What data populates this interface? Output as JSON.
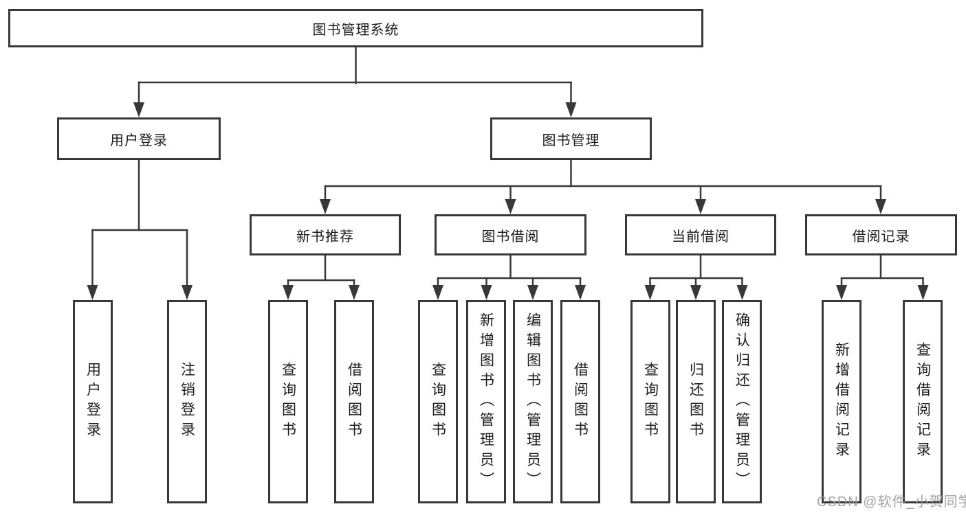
{
  "diagram": {
    "root": {
      "label": "图书管理系统"
    },
    "branches": [
      {
        "label": "用户登录",
        "children": [
          {
            "label": "用户登录"
          },
          {
            "label": "注销登录"
          }
        ]
      },
      {
        "label": "图书管理",
        "children": [
          {
            "label": "新书推荐",
            "children": [
              {
                "label": "查询图书"
              },
              {
                "label": "借阅图书"
              }
            ]
          },
          {
            "label": "图书借阅",
            "children": [
              {
                "label": "查询图书"
              },
              {
                "label": "新增图书（管理员）"
              },
              {
                "label": "编辑图书（管理员）"
              },
              {
                "label": "借阅图书"
              }
            ]
          },
          {
            "label": "当前借阅",
            "children": [
              {
                "label": "查询图书"
              },
              {
                "label": "归还图书"
              },
              {
                "label": "确认归还（管理员）"
              }
            ]
          },
          {
            "label": "借阅记录",
            "children": [
              {
                "label": "新增借阅记录"
              },
              {
                "label": "查询借阅记录"
              }
            ]
          }
        ]
      }
    ]
  },
  "watermark": {
    "text": "CSDN @软件_小贺同学"
  },
  "colors": {
    "line": "#383838",
    "box_border": "#383838",
    "text": "#1c1c1c",
    "watermark": "#9b9b9b",
    "background": "#ffffff"
  }
}
